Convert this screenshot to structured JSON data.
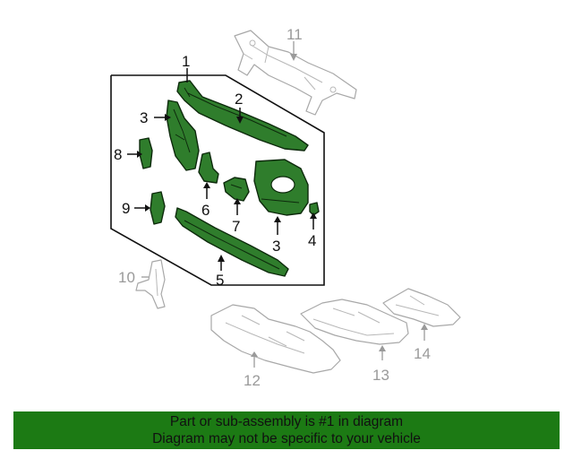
{
  "callouts": {
    "c1": "1",
    "c2": "2",
    "c3a": "3",
    "c3b": "3",
    "c4": "4",
    "c5": "5",
    "c6": "6",
    "c7": "7",
    "c8": "8",
    "c9": "9",
    "c10": "10",
    "c11": "11",
    "c12": "12",
    "c13": "13",
    "c14": "14"
  },
  "banner": {
    "line1": "Part or sub-assembly is #1 in diagram",
    "line2": "Diagram may not be specific to your vehicle"
  },
  "colors": {
    "highlight_part": "#2f7d2c",
    "banner_bg": "#1c7a14",
    "ghost_outline": "#a8a8a8"
  }
}
